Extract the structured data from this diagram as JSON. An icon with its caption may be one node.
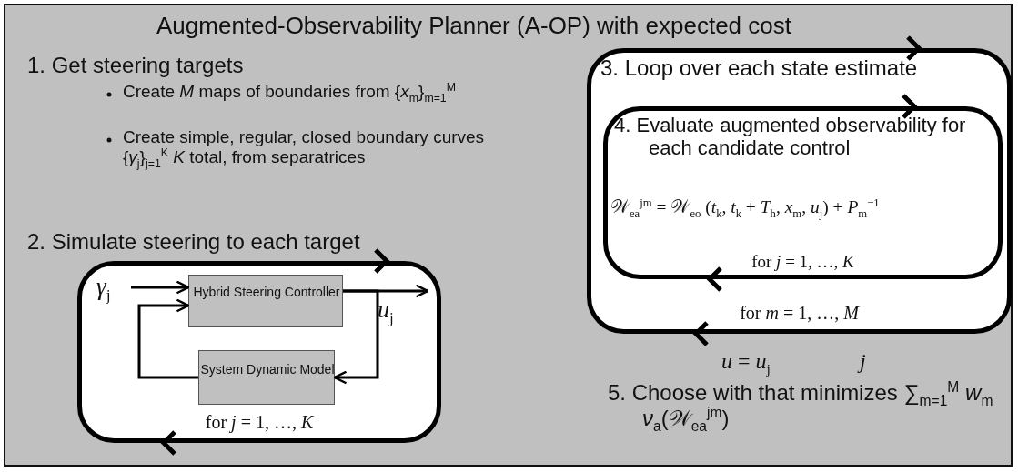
{
  "diagram": {
    "title": "Augmented-Observability Planner (A-OP) with expected cost",
    "nodes": [
      {
        "text": [
          "2. Simulate steering to each target",
          "for *j* = 1, …, *K*"
        ]
      },
      {
        "text": [
          "*γ*$_{j}$"
        ],
        "in": 0
      },
      {
        "text": [
          "Hybrid Steering Controller"
        ],
        "in": 0
      },
      {
        "text": [
          "System Dynamic Model"
        ],
        "in": 0
      },
      {
        "text": [
          "3. Loop over each state estimate",
          "for *m* = 1, …, *M*"
        ]
      },
      {
        "text": [
          "4. Evaluate augmented observability for each candidate control",
          "𝒲$_{ea}$$^{jm}$ = 𝒲$_{eo}$ (*t*$_{k}$, *t*$_{k}$ + *T*$_{h}$, *x*$_{m}$, *u*$_{j}$) + *P*$_{m}$$^{−1}$",
          "for *j* = 1, …, *K*"
        ],
        "in": 4
      }
    ],
    "edges": [
      {
        "from": 1,
        "to": 2,
        "arrow": "to"
      },
      {
        "from": 2,
        "to": null,
        "arrow": "to",
        "label": "*u*$_{j}$"
      },
      {
        "from": 2,
        "to": 3,
        "arrow": "to"
      },
      {
        "from": 3,
        "to": 2,
        "arrow": "to"
      }
    ],
    "labels": [
      "1. Get steering targets",
      "Create *M* maps of boundaries from {*x*$_{m}$}$_{m=1}$$^{M}$",
      "Create simple, regular, closed boundary curves {*γ*$_{j}$}$_{j=1}$$^{K}$ *K* total, from separatrices",
      "*u* = *u*$_{j}$",
      "*j*",
      "5. Choose with that minimizes ∑$_{m=1}$$^{M}$ *w*$_{m}$ *ν*$_{a}$(𝒲$_{ea}$$^{jm}$)"
    ]
  }
}
